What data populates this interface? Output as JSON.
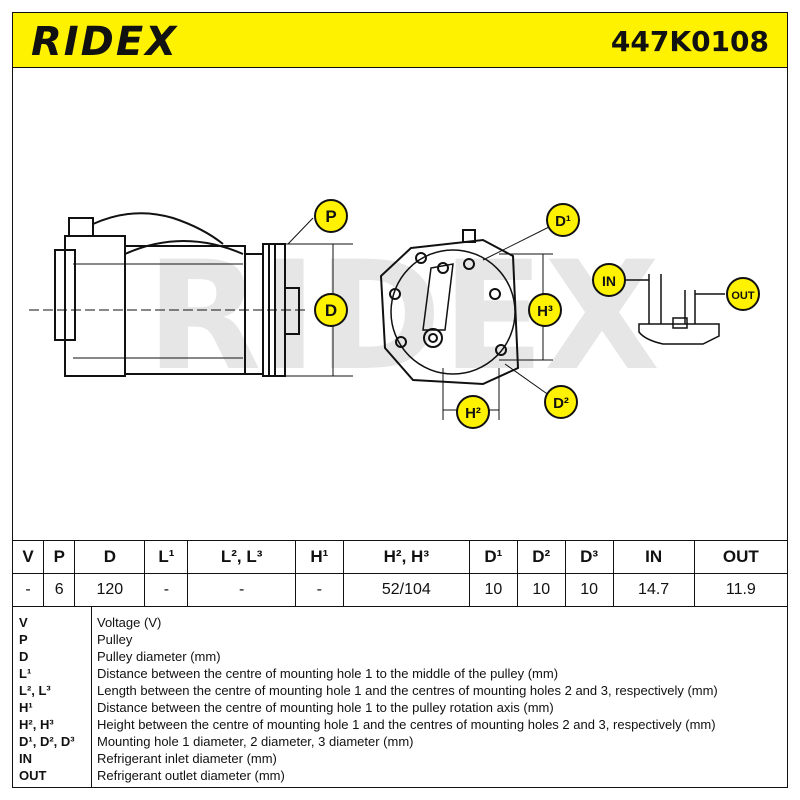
{
  "header": {
    "brand": "RIDEX",
    "part_number": "447K0108"
  },
  "drawing": {
    "watermark": "RIDEX",
    "callouts": {
      "p": "P",
      "d": "D",
      "d1": "D¹",
      "d2": "D²",
      "h2": "H²",
      "h3": "H³",
      "in": "IN",
      "out": "OUT"
    },
    "colors": {
      "callout_fill": "#fff200",
      "watermark": "#e4e4e4"
    }
  },
  "specs": {
    "headers": [
      "V",
      "P",
      "D",
      "L¹",
      "L², L³",
      "H¹",
      "H², H³",
      "D¹",
      "D²",
      "D³",
      "IN",
      "OUT"
    ],
    "values": [
      "-",
      "6",
      "120",
      "-",
      "-",
      "-",
      "52/104",
      "10",
      "10",
      "10",
      "14.7",
      "11.9"
    ]
  },
  "legend": [
    {
      "code": "V",
      "desc": "Voltage (V)"
    },
    {
      "code": "P",
      "desc": "Pulley"
    },
    {
      "code": "D",
      "desc": "Pulley diameter (mm)"
    },
    {
      "code": "L¹",
      "desc": "Distance between the centre of mounting hole 1 to the middle of the pulley (mm)"
    },
    {
      "code": "L², L³",
      "desc": "Length between the centre of mounting hole 1 and the centres of mounting holes 2 and 3, respectively (mm)"
    },
    {
      "code": "H¹",
      "desc": "Distance between the centre of mounting hole 1 to the pulley rotation axis (mm)"
    },
    {
      "code": "H², H³",
      "desc": "Height between the centre of mounting hole 1 and the centres of mounting holes 2 and 3, respectively (mm)"
    },
    {
      "code": "D¹, D², D³",
      "desc": "Mounting hole 1 diameter, 2 diameter, 3 diameter (mm)"
    },
    {
      "code": "IN",
      "desc": "Refrigerant inlet diameter (mm)"
    },
    {
      "code": "OUT",
      "desc": "Refrigerant outlet diameter (mm)"
    }
  ]
}
